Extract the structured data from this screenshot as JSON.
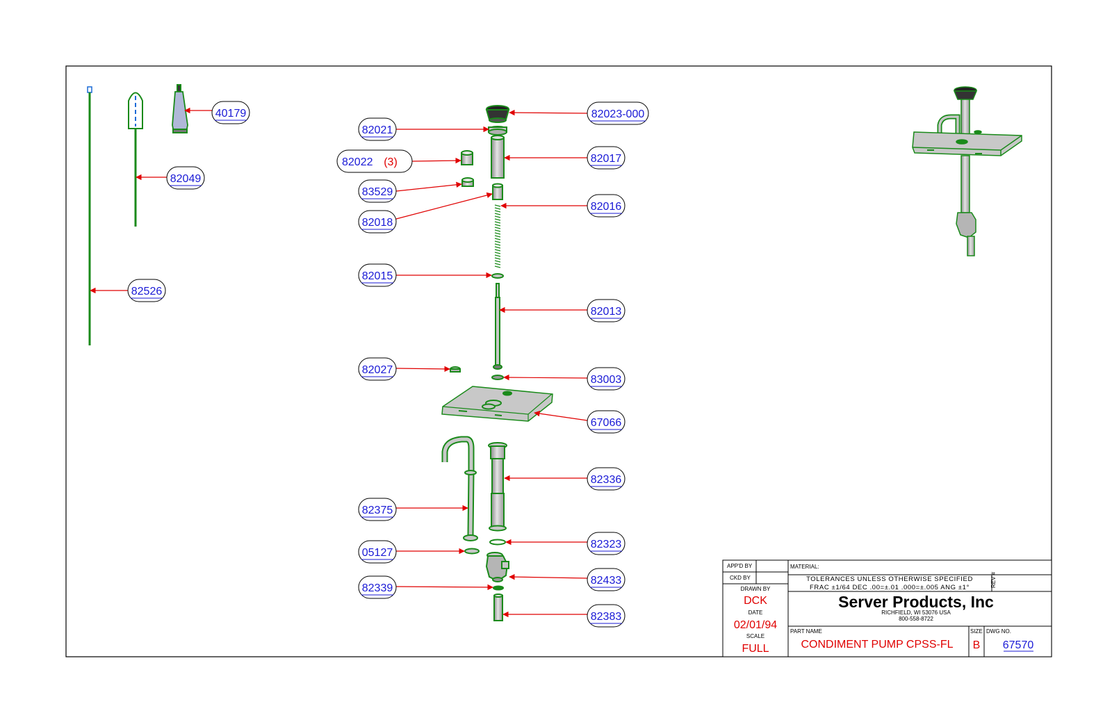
{
  "callouts": [
    {
      "id": "c40179",
      "number": "40179",
      "qty": ""
    },
    {
      "id": "c82049",
      "number": "82049",
      "qty": ""
    },
    {
      "id": "c82526",
      "number": "82526",
      "qty": ""
    },
    {
      "id": "c82023",
      "number": "82023-000",
      "qty": ""
    },
    {
      "id": "c82021",
      "number": "82021",
      "qty": ""
    },
    {
      "id": "c82017",
      "number": "82017",
      "qty": ""
    },
    {
      "id": "c82022",
      "number": "82022",
      "qty": "(3)"
    },
    {
      "id": "c83529",
      "number": "83529",
      "qty": ""
    },
    {
      "id": "c82016",
      "number": "82016",
      "qty": ""
    },
    {
      "id": "c82018",
      "number": "82018",
      "qty": ""
    },
    {
      "id": "c82015",
      "number": "82015",
      "qty": ""
    },
    {
      "id": "c82013",
      "number": "82013",
      "qty": ""
    },
    {
      "id": "c82027",
      "number": "82027",
      "qty": ""
    },
    {
      "id": "c83003",
      "number": "83003",
      "qty": ""
    },
    {
      "id": "c67066",
      "number": "67066",
      "qty": ""
    },
    {
      "id": "c82336",
      "number": "82336",
      "qty": ""
    },
    {
      "id": "c82375",
      "number": "82375",
      "qty": ""
    },
    {
      "id": "c82323",
      "number": "82323",
      "qty": ""
    },
    {
      "id": "c05127",
      "number": "05127",
      "qty": ""
    },
    {
      "id": "c82433",
      "number": "82433",
      "qty": ""
    },
    {
      "id": "c82339",
      "number": "82339",
      "qty": ""
    },
    {
      "id": "c82383",
      "number": "82383",
      "qty": ""
    }
  ],
  "title_block": {
    "appd_by_label": "APP'D BY",
    "ckd_by_label": "CKD BY",
    "drawn_by_label": "DRAWN BY",
    "drawn_by": "DCK",
    "date_label": "DATE",
    "date": "02/01/94",
    "scale_label": "SCALE",
    "scale": "FULL",
    "material_label": "MATERIAL:",
    "tolerances_line1": "TOLERANCES UNLESS OTHERWISE SPECIFIED",
    "tolerances_line2": "FRAC ±1/64 DEC .00=±.01 .000=±.005 ANG ±1°",
    "rev_label": "REV #",
    "company": "Server Products, Inc",
    "address": "RICHFIELD, WI 53076 USA",
    "phone": "800-558-8722",
    "part_name_label": "PART NAME",
    "part_name": "CONDIMENT PUMP CPSS-FL",
    "size_label": "SIZE",
    "size": "B",
    "dwg_no_label": "DWG NO.",
    "dwg_no": "67570"
  },
  "colors": {
    "part_outline": "#1a8a1a",
    "part_fill": "#c8c8c8",
    "leader": "#e00000",
    "callout_text": "#1a1ad6",
    "border": "#000000"
  }
}
